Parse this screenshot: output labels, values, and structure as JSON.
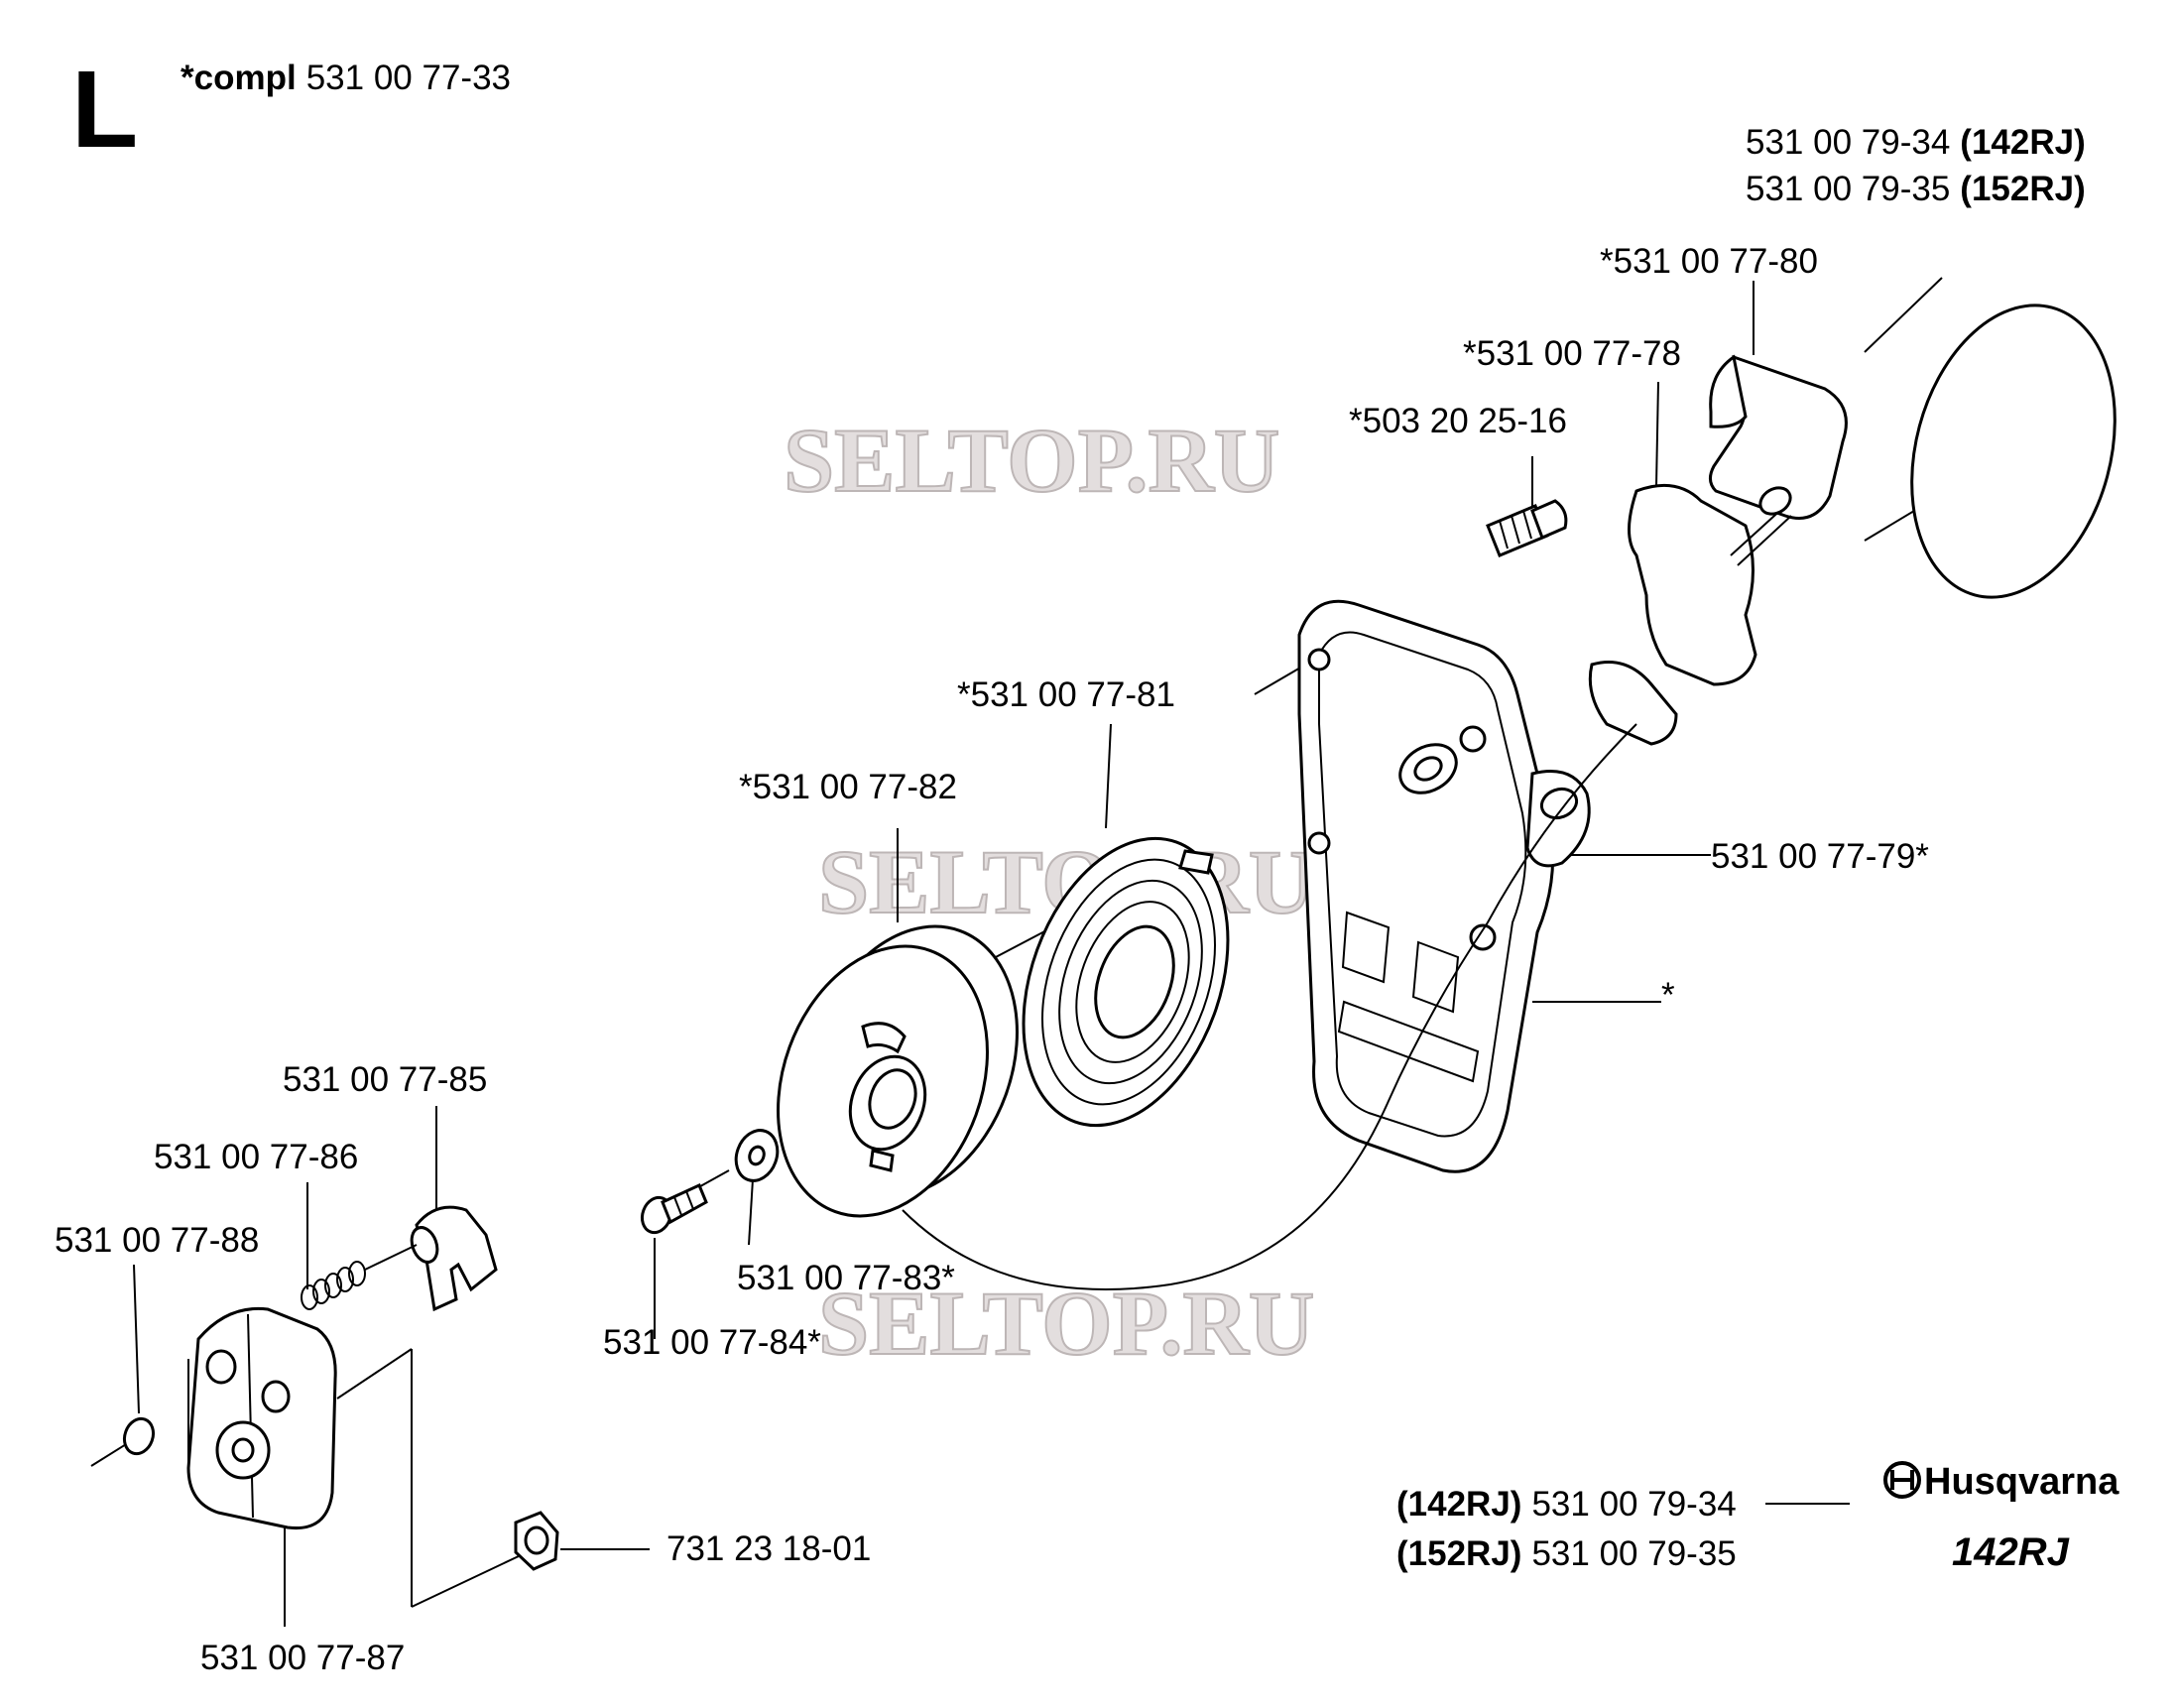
{
  "section_letter": "L",
  "header": {
    "compl_label": "*compl",
    "compl_number": "531 00 77-33"
  },
  "watermark": "SELTOP.RU",
  "labels": {
    "p_79_34": "531 00 79-34",
    "p_79_34_model": "(142RJ)",
    "p_79_35": "531 00 79-35",
    "p_79_35_model": "(152RJ)",
    "p_77_80": "*531 00 77-80",
    "p_77_78": "*531 00 77-78",
    "p_503": "*503 20 25-16",
    "p_77_81": "*531 00 77-81",
    "p_77_82": "*531 00 77-82",
    "p_77_79": "531 00 77-79*",
    "p_star": "*",
    "p_77_85": "531 00 77-85",
    "p_77_86": "531 00 77-86",
    "p_77_88": "531 00 77-88",
    "p_77_83": "531 00 77-83*",
    "p_77_84": "531 00 77-84*",
    "p_731": "731 23 18-01",
    "p_77_87": "531 00 77-87"
  },
  "footer": {
    "row1_model": "(142RJ)",
    "row1_number": "531 00 79-34",
    "row2_model": "(152RJ)",
    "row2_number": "531 00 79-35",
    "brand": "Husqvarna",
    "brand_icon": "husqvarna-crown-logo",
    "model": "142RJ"
  }
}
